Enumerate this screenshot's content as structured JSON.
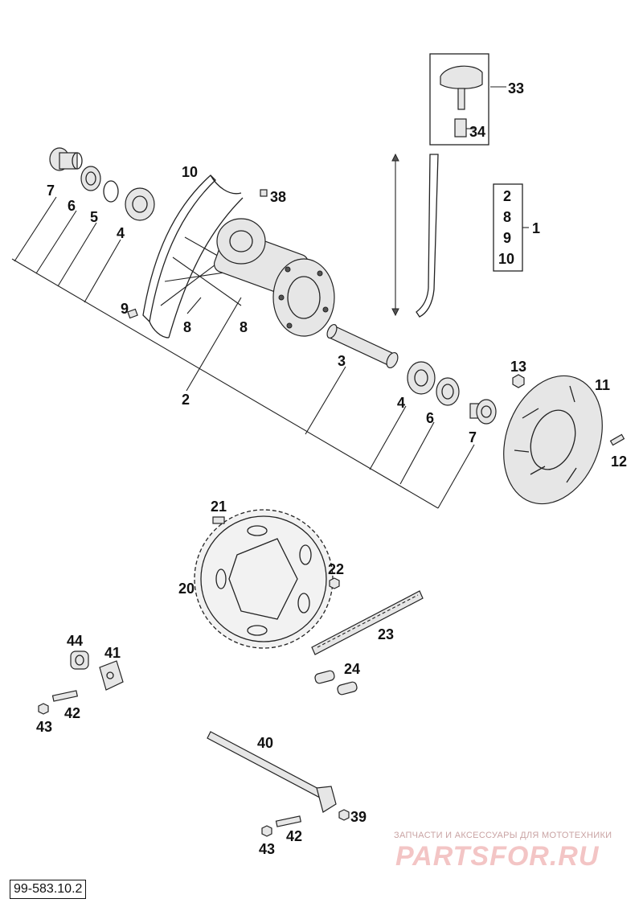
{
  "callouts": [
    "1",
    "2",
    "3",
    "4",
    "5",
    "6",
    "7",
    "8",
    "9",
    "10",
    "11",
    "12",
    "13",
    "20",
    "21",
    "22",
    "23",
    "24",
    "33",
    "34",
    "38",
    "39",
    "40",
    "41",
    "42",
    "43",
    "44"
  ],
  "kit_box": [
    "2",
    "8",
    "9",
    "10"
  ],
  "reference": "99-583.10.2",
  "watermark": {
    "caption": "ЗАПЧАСТИ И АКСЕССУАРЫ ДЛЯ МОТОТЕХНИКИ",
    "logo": "PARTSFOR.RU"
  }
}
